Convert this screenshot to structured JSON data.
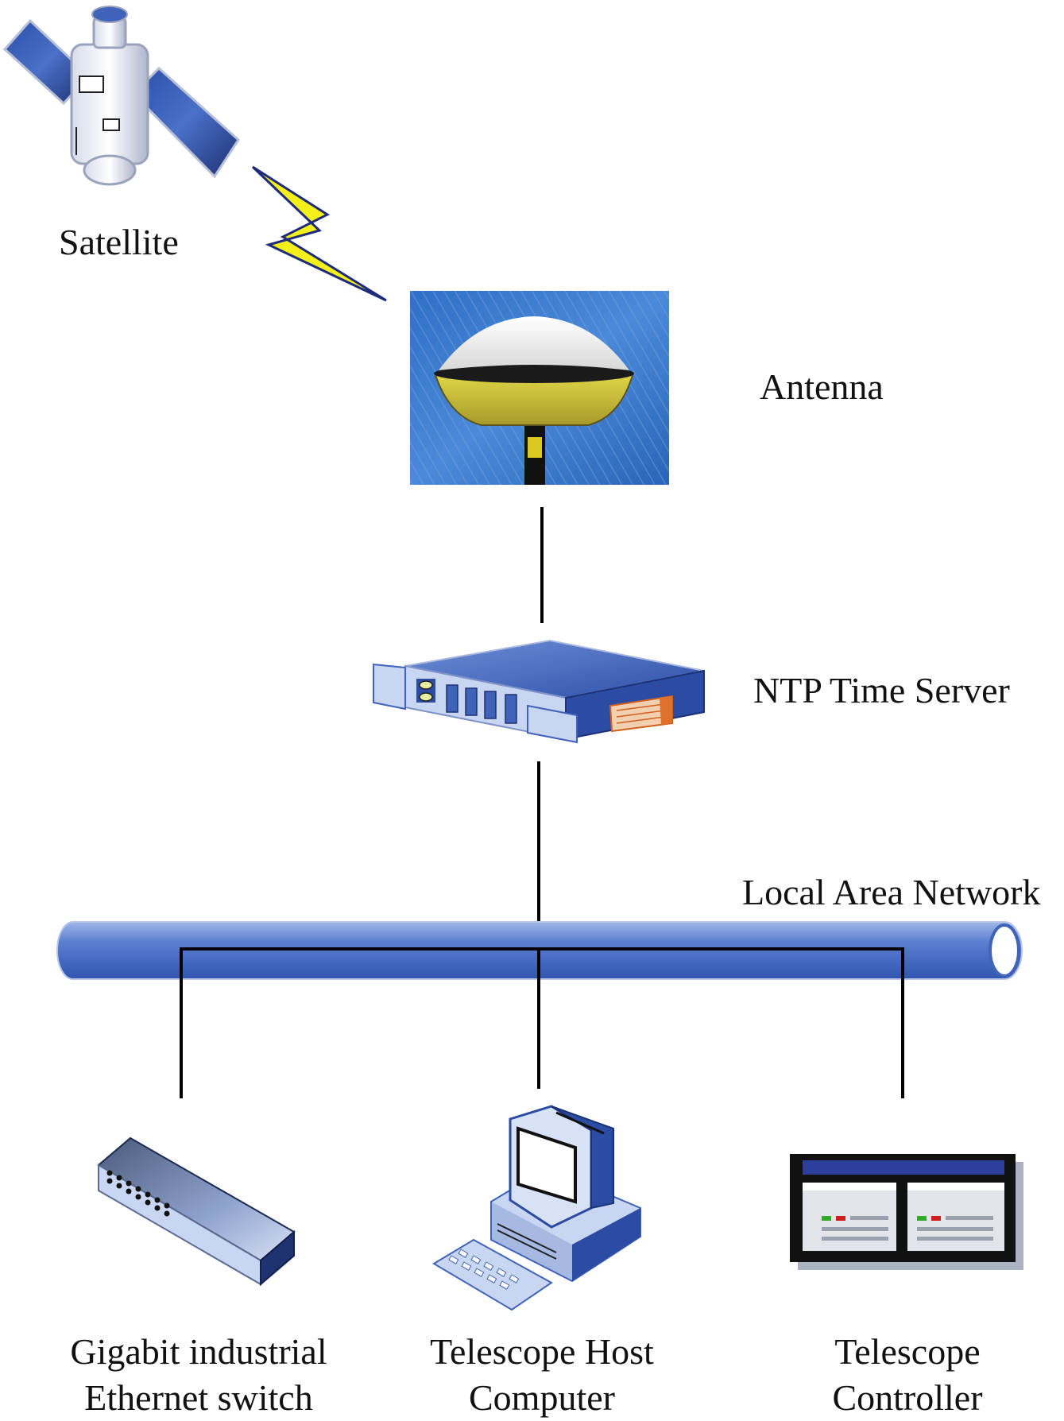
{
  "diagram": {
    "satellite_label": "Satellite",
    "antenna_label": "Antenna",
    "ntp_label": "NTP Time Server",
    "lan_label": "Local Area Network",
    "switch_label_line1": "Gigabit industrial",
    "switch_label_line2": "Ethernet switch",
    "host_label_line1": "Telescope Host",
    "host_label_line2": "Computer",
    "controller_label_line1": "Telescope",
    "controller_label_line2": "Controller"
  },
  "colors": {
    "device_blue": "#3f63b8",
    "device_light": "#c9d6f2",
    "lightning": "#f5f01a",
    "wire": "#000000"
  },
  "icons": [
    "satellite-icon",
    "lightning-icon",
    "antenna-icon",
    "server-icon",
    "switch-icon",
    "computer-icon",
    "controller-icon"
  ]
}
